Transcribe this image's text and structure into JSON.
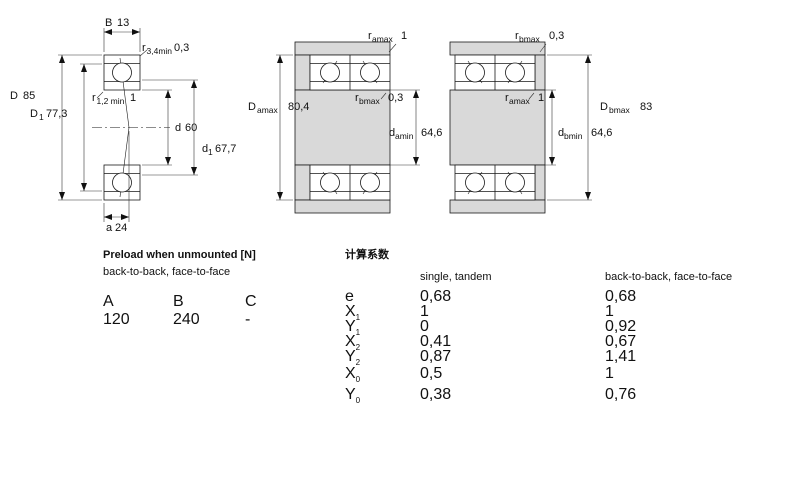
{
  "drawing": {
    "left": {
      "B": {
        "base": "B",
        "value": "13"
      },
      "r34": {
        "base": "r",
        "sub": "3,4min",
        "value": "0,3"
      },
      "D": {
        "base": "D",
        "value": "85"
      },
      "D1": {
        "base": "D",
        "sub": "1",
        "value": "77,3"
      },
      "r12": {
        "base": "r",
        "sub": "1,2 min",
        "value": "1"
      },
      "d": {
        "base": "d",
        "value": "60"
      },
      "d1": {
        "base": "d",
        "sub": "1",
        "value": "67,7"
      },
      "a": {
        "base": "a",
        "value": "24"
      }
    },
    "pair1": {
      "ramax": {
        "base": "r",
        "sub": "amax",
        "value": "1"
      },
      "Damax": {
        "base": "D",
        "sub": "amax",
        "value": "80,4"
      },
      "rbmax": {
        "base": "r",
        "sub": "bmax",
        "value": "0,3"
      },
      "damin": {
        "base": "d",
        "sub": "amin",
        "value": "64,6"
      }
    },
    "pair2": {
      "rbmax": {
        "base": "r",
        "sub": "bmax",
        "value": "0,3"
      },
      "ramax": {
        "base": "r",
        "sub": "amax",
        "value": "1"
      },
      "Dbmax": {
        "base": "D",
        "sub": "bmax",
        "value": "83"
      },
      "dbmin": {
        "base": "d",
        "sub": "bmin",
        "value": "64,6"
      }
    }
  },
  "preload": {
    "title": "Preload when unmounted [N]",
    "subtitle": "back-to-back, face-to-face",
    "columns": [
      "A",
      "B",
      "C"
    ],
    "values": [
      "120",
      "240",
      "-"
    ]
  },
  "factors": {
    "title": "计算系数",
    "col1": "single, tandem",
    "col2": "back-to-back, face-to-face",
    "rows": [
      {
        "base": "e",
        "sub": "",
        "v1": "0,68",
        "v2": "0,68"
      },
      {
        "base": "X",
        "sub": "1",
        "v1": "1",
        "v2": "1"
      },
      {
        "base": "Y",
        "sub": "1",
        "v1": "0",
        "v2": "0,92"
      },
      {
        "base": "X",
        "sub": "2",
        "v1": "0,41",
        "v2": "0,67"
      },
      {
        "base": "Y",
        "sub": "2",
        "v1": "0,87",
        "v2": "1,41"
      },
      {
        "base": "X",
        "sub": "0",
        "v1": "0,5",
        "v2": "1"
      },
      {
        "base": "Y",
        "sub": "0",
        "v1": "0,38",
        "v2": "0,76"
      }
    ]
  }
}
